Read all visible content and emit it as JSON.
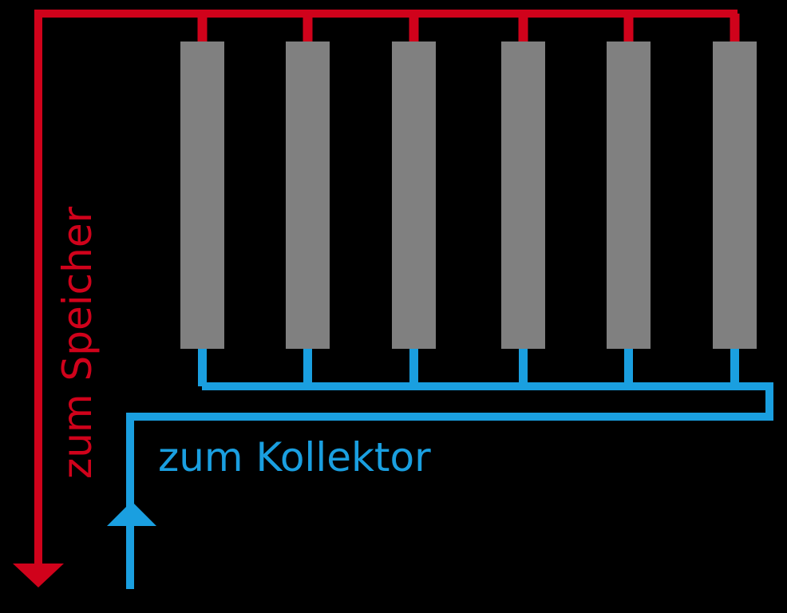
{
  "colors": {
    "background": "#000000",
    "hot_pipe": "#D0021B",
    "cold_pipe": "#1A9FE0",
    "panel": "#808080"
  },
  "labels": {
    "to_storage": "zum Speicher",
    "to_collector": "zum Kollektor"
  },
  "panels": [
    {
      "id": "panel-1"
    },
    {
      "id": "panel-2"
    },
    {
      "id": "panel-3"
    },
    {
      "id": "panel-4"
    },
    {
      "id": "panel-5"
    },
    {
      "id": "panel-6"
    }
  ]
}
